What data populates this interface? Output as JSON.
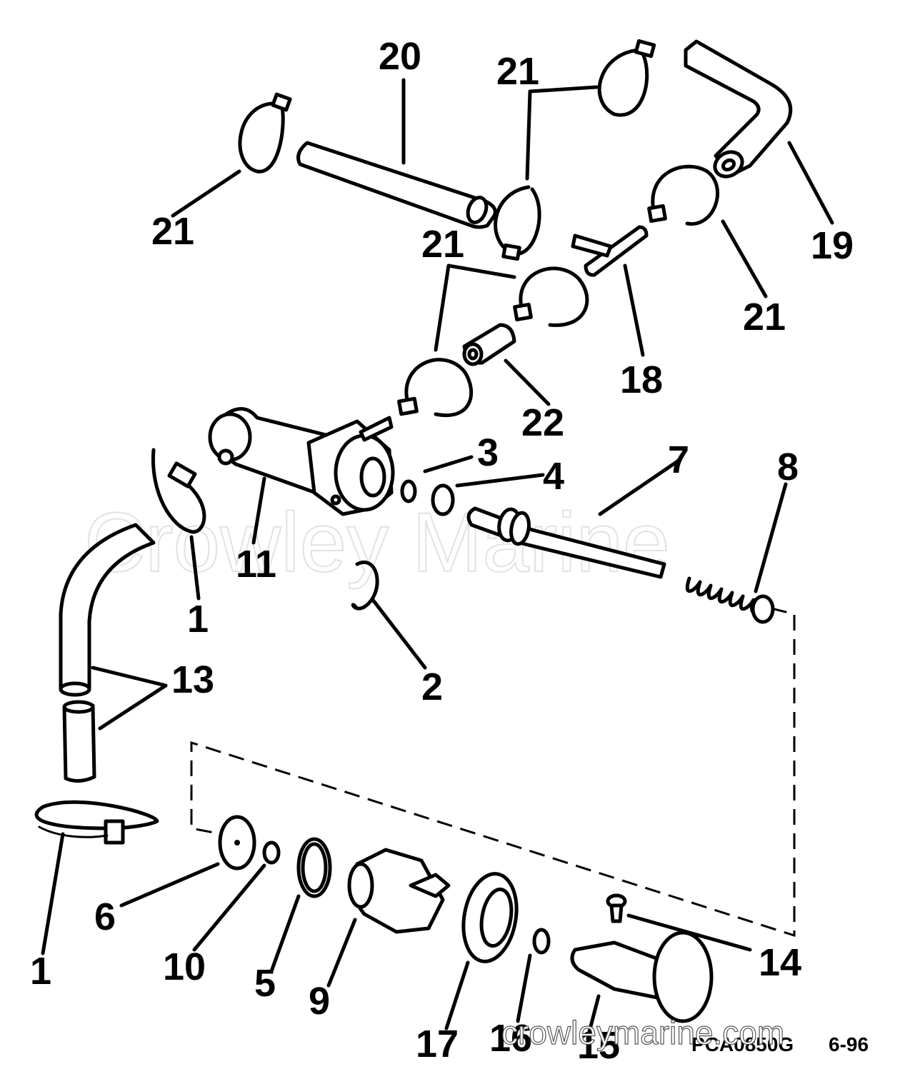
{
  "watermark": "Crowley Marine",
  "watermark_url": "crowleymarine.com",
  "drawing_code": "PCA0850G",
  "drawing_date": "6-96",
  "callouts": [
    {
      "id": "c20",
      "text": "20"
    },
    {
      "id": "c21a",
      "text": "21"
    },
    {
      "id": "c21b",
      "text": "21"
    },
    {
      "id": "c21c",
      "text": "21"
    },
    {
      "id": "c21d",
      "text": "21"
    },
    {
      "id": "c19",
      "text": "19"
    },
    {
      "id": "c18",
      "text": "18"
    },
    {
      "id": "c22",
      "text": "22"
    },
    {
      "id": "c3",
      "text": "3"
    },
    {
      "id": "c4",
      "text": "4"
    },
    {
      "id": "c7",
      "text": "7"
    },
    {
      "id": "c8",
      "text": "8"
    },
    {
      "id": "c11",
      "text": "11"
    },
    {
      "id": "c1a",
      "text": "1"
    },
    {
      "id": "c1b",
      "text": "1"
    },
    {
      "id": "c2",
      "text": "2"
    },
    {
      "id": "c13",
      "text": "13"
    },
    {
      "id": "c6",
      "text": "6"
    },
    {
      "id": "c10",
      "text": "10"
    },
    {
      "id": "c5",
      "text": "5"
    },
    {
      "id": "c9",
      "text": "9"
    },
    {
      "id": "c17",
      "text": "17"
    },
    {
      "id": "c16",
      "text": "16"
    },
    {
      "id": "c15",
      "text": "15"
    },
    {
      "id": "c14",
      "text": "14"
    }
  ]
}
